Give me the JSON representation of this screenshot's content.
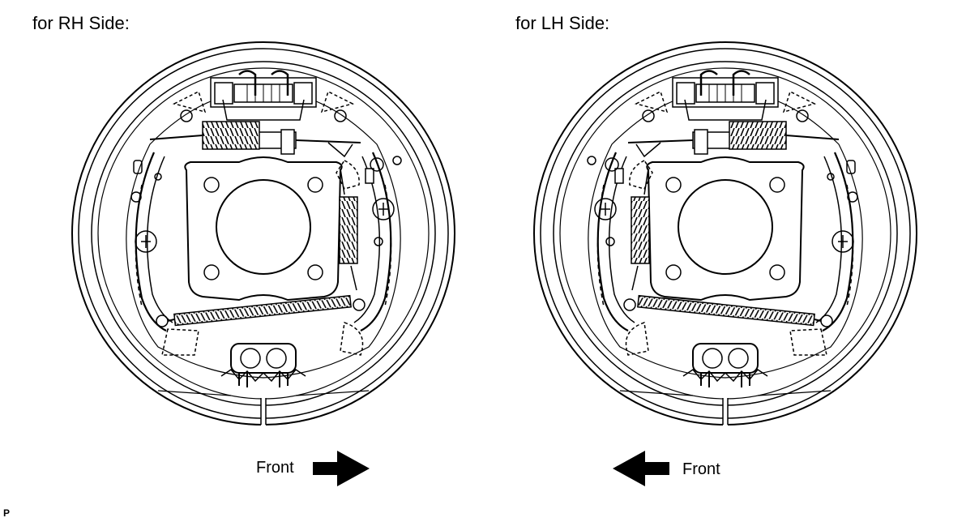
{
  "panels": {
    "rh": {
      "title": "for RH Side:",
      "front_label": "Front"
    },
    "lh": {
      "title": "for LH Side:",
      "front_label": "Front"
    }
  },
  "corner_mark": "P"
}
